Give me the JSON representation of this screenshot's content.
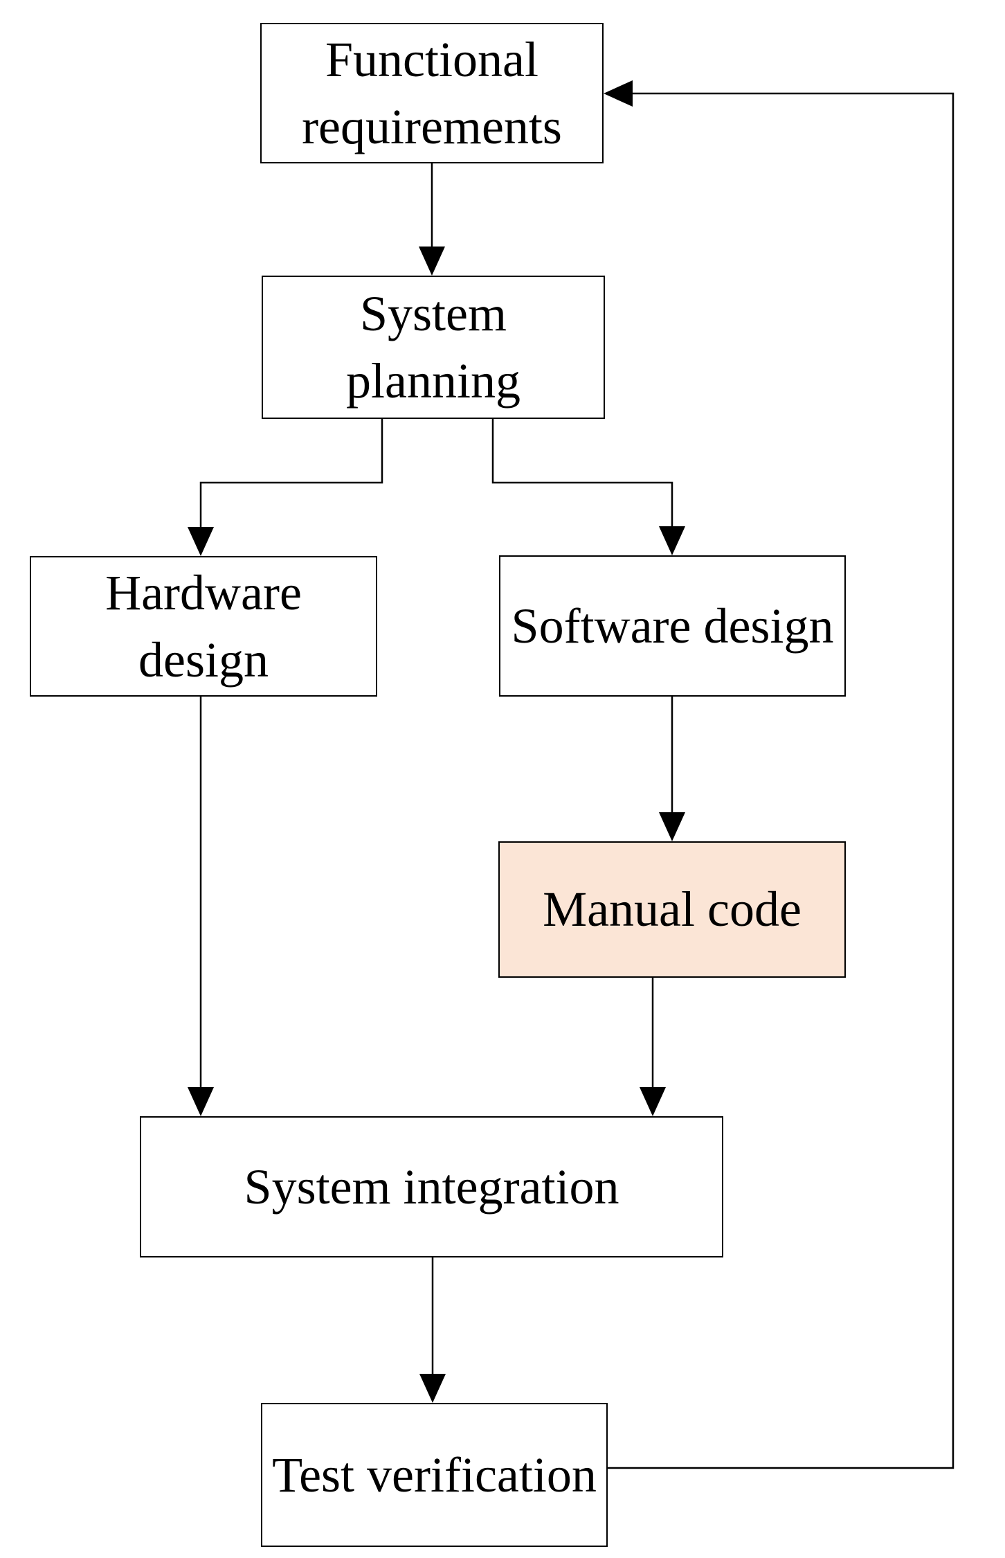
{
  "diagram": {
    "type": "flowchart",
    "nodes": {
      "functional_requirements": {
        "label": "Functional requirements"
      },
      "system_planning": {
        "label": "System planning"
      },
      "hardware_design": {
        "label": "Hardware design"
      },
      "software_design": {
        "label": "Software design"
      },
      "manual_code": {
        "label": "Manual code"
      },
      "system_integration": {
        "label": "System integration"
      },
      "test_verification": {
        "label": "Test verification"
      }
    },
    "edges": [
      {
        "from": "functional_requirements",
        "to": "system_planning"
      },
      {
        "from": "system_planning",
        "to": "hardware_design"
      },
      {
        "from": "system_planning",
        "to": "software_design"
      },
      {
        "from": "software_design",
        "to": "manual_code"
      },
      {
        "from": "hardware_design",
        "to": "system_integration"
      },
      {
        "from": "manual_code",
        "to": "system_integration"
      },
      {
        "from": "system_integration",
        "to": "test_verification"
      },
      {
        "from": "test_verification",
        "to": "functional_requirements"
      }
    ],
    "colors": {
      "background": "#FFFFFF",
      "box_fill": "#FFFFFF",
      "box_border": "#000000",
      "highlight_fill": "#FBE5D6",
      "line": "#000000",
      "text": "#000000"
    }
  }
}
